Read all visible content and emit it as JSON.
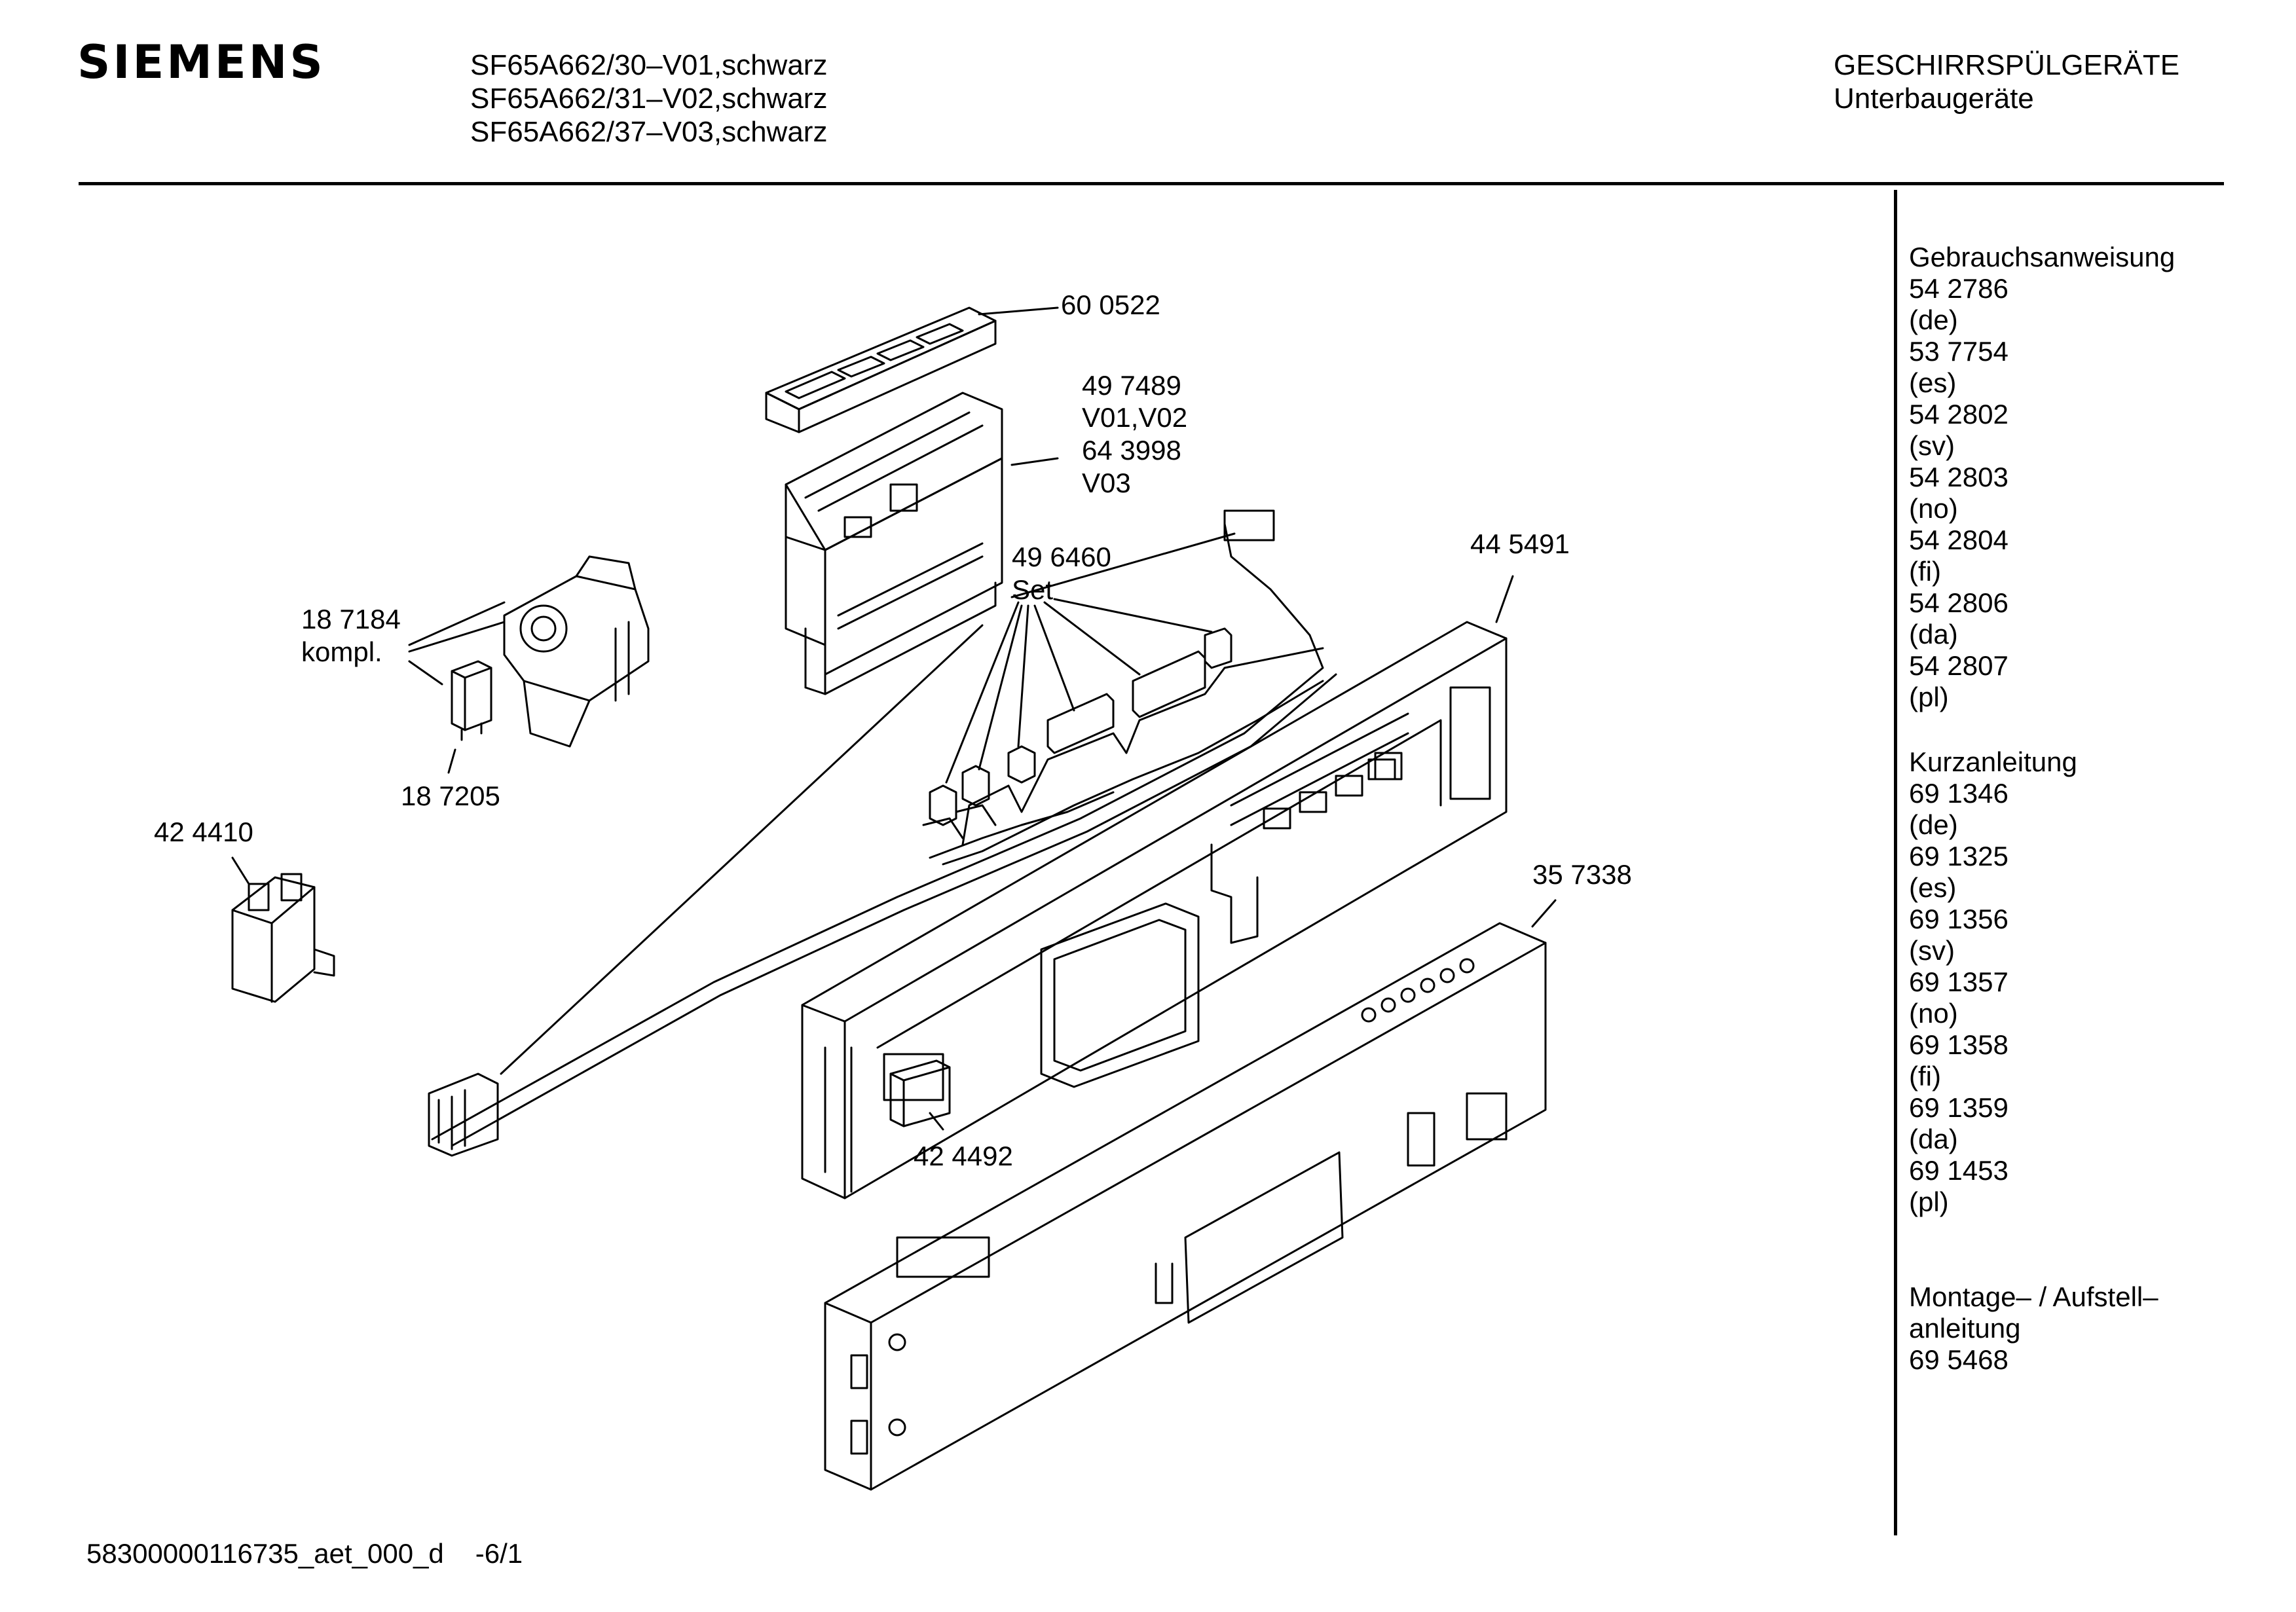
{
  "header": {
    "brand": "SIEMENS",
    "models": [
      "SF65A662/30–V01,schwarz",
      "SF65A662/31–V02,schwarz",
      "SF65A662/37–V03,schwarz"
    ],
    "category": "GESCHIRRSPÜLGERÄTE",
    "subcategory": "Unterbaugeräte"
  },
  "documents": {
    "manual_title": "Gebrauchsanweisung",
    "manual": [
      {
        "number": "54 2786",
        "lang": "(de)"
      },
      {
        "number": "53 7754",
        "lang": "(es)"
      },
      {
        "number": "54 2802",
        "lang": "(sv)"
      },
      {
        "number": "54 2803",
        "lang": "(no)"
      },
      {
        "number": "54 2804",
        "lang": "(fi)"
      },
      {
        "number": "54 2806",
        "lang": "(da)"
      },
      {
        "number": "54 2807",
        "lang": "(pl)"
      }
    ],
    "quick_title": "Kurzanleitung",
    "quick": [
      {
        "number": "69 1346",
        "lang": "(de)"
      },
      {
        "number": "69 1325",
        "lang": "(es)"
      },
      {
        "number": "69 1356",
        "lang": "(sv)"
      },
      {
        "number": "69 1357",
        "lang": "(no)"
      },
      {
        "number": "69 1358",
        "lang": "(fi)"
      },
      {
        "number": "69 1359",
        "lang": "(da)"
      },
      {
        "number": "69 1453",
        "lang": "(pl)"
      }
    ],
    "install_title_1": "Montage– / Aufstell–",
    "install_title_2": "anleitung",
    "install_number": "69 5468"
  },
  "parts": {
    "p600522": "60 0522",
    "p497489": "49 7489",
    "p497489_note": "V01,V02",
    "p643998": "64 3998",
    "p643998_note": "V03",
    "p496460": "49 6460",
    "p496460_note": "Set",
    "p445491": "44 5491",
    "p187184": "18 7184",
    "p187184_note": "kompl.",
    "p187205": "18 7205",
    "p424410": "42 4410",
    "p357338": "35 7338",
    "p424492": "42 4492"
  },
  "footer": {
    "code": "58300000116735_aet_000_d",
    "page": "-6/1"
  }
}
